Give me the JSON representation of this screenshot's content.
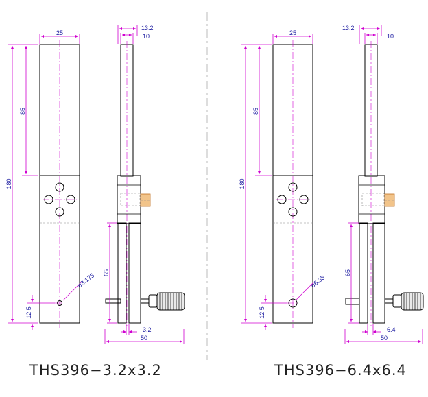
{
  "left": {
    "title": "THS396−3.2x3.2",
    "dim_width_front": "25",
    "dim_width_side_outer": "13.2",
    "dim_width_side_inner": "10",
    "dim_upper_length": "85",
    "dim_total_length": "180",
    "dim_hole_offset": "12.5",
    "dim_lower_length": "65",
    "dim_hole_diameter": "ø3.175",
    "dim_slot": "3.2",
    "dim_overall": "50"
  },
  "right": {
    "title": "THS396−6.4x6.4",
    "dim_width_front": "25",
    "dim_width_side_outer": "13.2",
    "dim_width_side_inner": "10",
    "dim_upper_length": "85",
    "dim_total_length": "180",
    "dim_hole_offset": "12.5",
    "dim_lower_length": "65",
    "dim_hole_diameter": "ø6.35",
    "dim_slot": "6.4",
    "dim_overall": "50"
  },
  "colors": {
    "dimension_line": "#d000d0",
    "dimension_text": "#1a1aa0",
    "part_outline": "#000000"
  }
}
